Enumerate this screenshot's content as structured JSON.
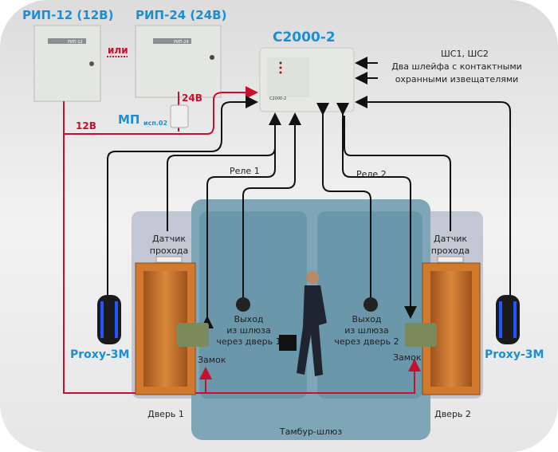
{
  "title_rip12": "РИП-12 (12В)",
  "title_rip24": "РИП-24 (24В)",
  "rip12_panel": "РИП-12",
  "rip24_panel": "РИП-24",
  "or_label": "или",
  "v24": "24В",
  "v12": "12В",
  "mp_label": "МП",
  "mp_variant": "исп.02",
  "controller_title": "С2000-2",
  "controller_panel": "С2000-2",
  "loops_title": "ШС1, ШС2",
  "loops_desc1": "Два шлейфа с контактными",
  "loops_desc2": "охранными извещателями",
  "relay1": "Реле 1",
  "relay2": "Реле 2",
  "sensor_left": [
    "Датчик",
    "прохода"
  ],
  "sensor_right": [
    "Датчик",
    "прохода"
  ],
  "exit1": [
    "Выход",
    "из шлюза",
    "через дверь 1"
  ],
  "exit2": [
    "Выход",
    "из шлюза",
    "через дверь 2"
  ],
  "lock_left": "Замок",
  "lock_right": "Замок",
  "reader_left": "Proxy-3M",
  "reader_right": "Proxy-3M",
  "door1": "Дверь 1",
  "door2": "Дверь 2",
  "airlock": "Тамбур-шлюз",
  "colors": {
    "accent_blue": "#1a8fd6",
    "power_red": "#c8102e",
    "zone": "#7fa6b6"
  }
}
